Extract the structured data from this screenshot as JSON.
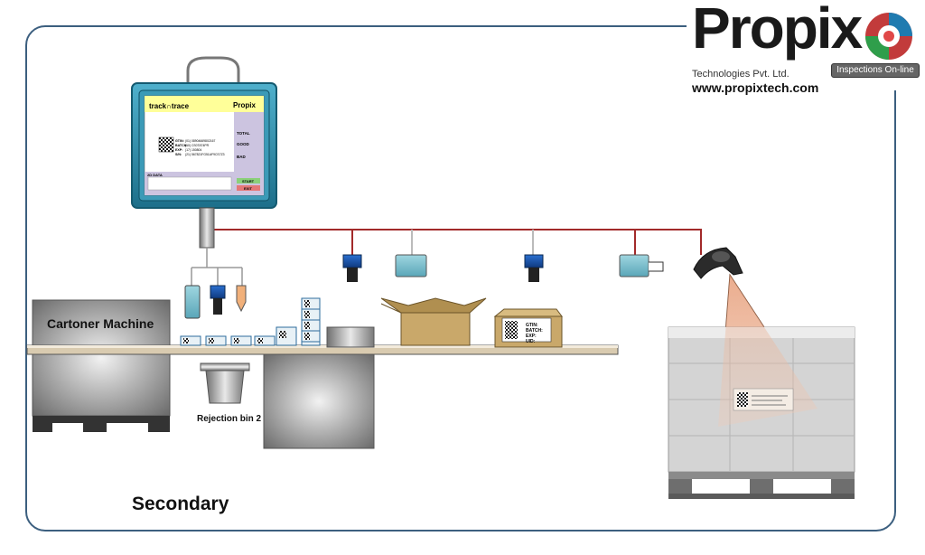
{
  "brand": {
    "name": "Propix",
    "company": "Technologies Pvt. Ltd.",
    "tagline": "Inspections On-line",
    "website": "www.propixtech.com"
  },
  "title": "Secondary",
  "labels": {
    "cartoner": "Cartoner Machine",
    "rejection_bin": "Rejection bin 2"
  },
  "hmi": {
    "app_name": "track∩trace",
    "brand": "Propix",
    "fields": [
      "GTIN:",
      "BATCH:",
      "EXP:",
      "S/N:"
    ],
    "values": [
      "(01) 08904669802167",
      "(10) CS0TAT4PR",
      "(17) 150804",
      "(21) 567821FG51AF9CS7Z3"
    ],
    "counters": [
      "TOTAL",
      "GOOD",
      "BAD"
    ],
    "data_label": "2D DATA",
    "start": "START",
    "exit": "EXIT"
  },
  "box_label": {
    "lines": [
      "GTIN:",
      "BATCH:",
      "EXP:",
      "UID:"
    ]
  },
  "colors": {
    "frame": "#3c5f7f",
    "network_line": "#a22a2a",
    "monitor_frame": "#2f8aa6",
    "conveyor": "#d9cbb0",
    "carton": "#c9a86a"
  }
}
